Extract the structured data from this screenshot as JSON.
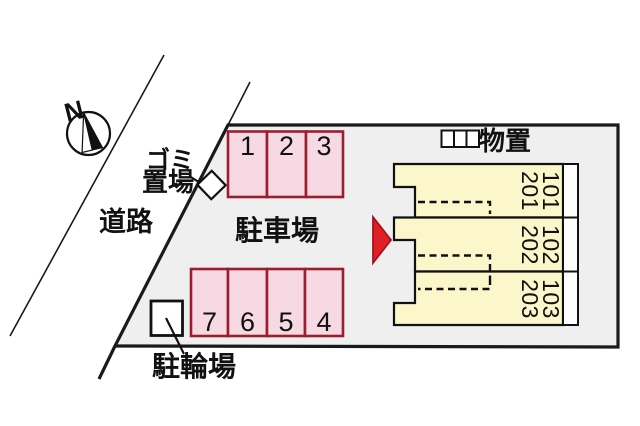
{
  "plan": {
    "compass_label": "N",
    "road_label": "道路",
    "garbage_label_line1": "ゴミ",
    "garbage_label_line2": "置場",
    "parking_lot_label": "駐車場",
    "bicycle_label": "駐輪場",
    "storage_label": "物置",
    "parking_spaces_top": [
      "1",
      "2",
      "3"
    ],
    "parking_spaces_bottom": [
      "7",
      "6",
      "5",
      "4"
    ],
    "units": [
      {
        "upper": "201",
        "lower": "101"
      },
      {
        "upper": "202",
        "lower": "102"
      },
      {
        "upper": "203",
        "lower": "103"
      }
    ],
    "colors": {
      "site_fill": "#efefef",
      "parking_fill": "#f7d9e3",
      "parking_border": "#9a1e2e",
      "unit_fill": "#fbf7cb",
      "arrow_fill": "#e01e25",
      "arrow_border": "#a51320",
      "line": "#1a1a1a"
    }
  }
}
